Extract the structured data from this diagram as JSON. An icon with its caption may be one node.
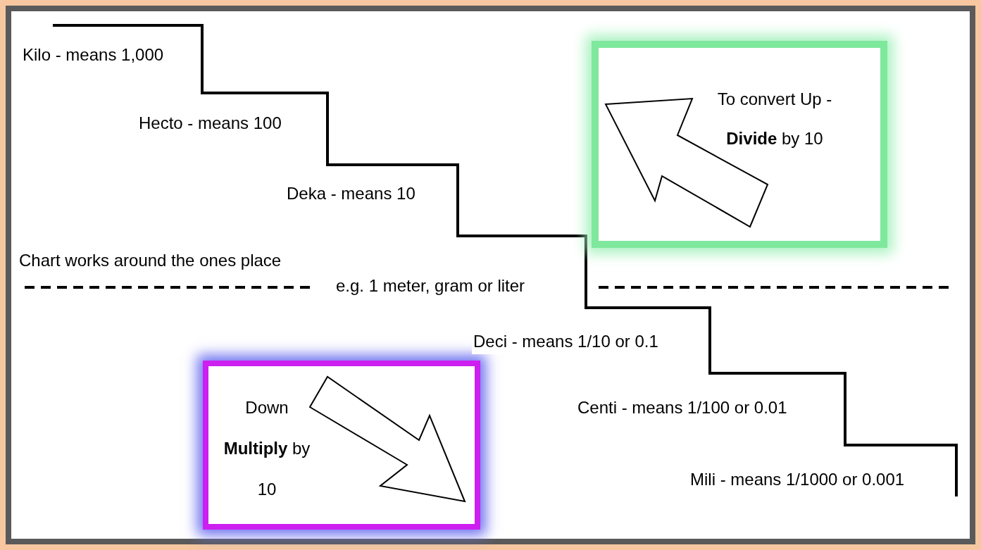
{
  "diagram": {
    "nodes": [
      {
        "text": [
          "To convert Up - **Divide** by 10"
        ]
      },
      {
        "text": [
          "Down **Multiply** by 10"
        ]
      }
    ],
    "labels": [
      "Kilo - means 1,000",
      "Hecto - means 100",
      "Deka - means 10",
      "Chart works around the ones place",
      "e.g. 1 meter, gram or liter",
      "Deci - means 1/10 or 0.1",
      "Centi - means 1/100 or 0.01",
      "Mili - means 1/1000 or 0.001"
    ]
  }
}
